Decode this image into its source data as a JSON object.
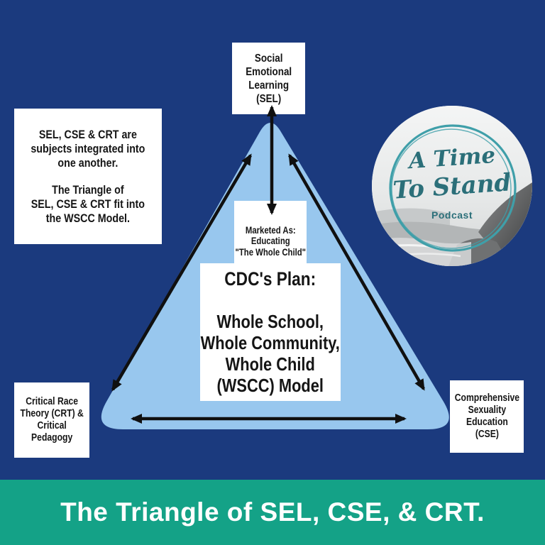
{
  "colors": {
    "background": "#1b3a7e",
    "triangle": "#98c7ee",
    "banner": "#14a287",
    "arrow": "#101010",
    "box_background": "#ffffff",
    "logo_ring": "#3f9fa9",
    "logo_text": "#2b6f79"
  },
  "boxes": {
    "sel": {
      "lines": [
        "Social",
        "Emotional",
        "Learning",
        "(SEL)"
      ]
    },
    "note": {
      "para1": [
        "SEL, CSE & CRT are",
        "subjects integrated into",
        "one another."
      ],
      "para2": [
        "The Triangle of",
        "SEL, CSE & CRT fit into",
        "the WSCC Model."
      ]
    },
    "marketed": {
      "lines": [
        "Marketed As:",
        "Educating",
        "\"The Whole Child\""
      ]
    },
    "cdc": {
      "title": "CDC's Plan:",
      "lines": [
        "Whole School,",
        "Whole Community,",
        "Whole Child",
        "(WSCC) Model"
      ]
    },
    "crt": {
      "lines": [
        "Critical Race",
        "Theory (CRT) &",
        "Critical",
        "Pedagogy"
      ]
    },
    "cse": {
      "lines": [
        "Comprehensive",
        "Sexuality",
        "Education",
        "(CSE)"
      ]
    }
  },
  "logo": {
    "line1": "A Time",
    "line2": "To Stand",
    "subtitle": "Podcast"
  },
  "banner": {
    "text": "The Triangle of SEL, CSE, & CRT."
  }
}
